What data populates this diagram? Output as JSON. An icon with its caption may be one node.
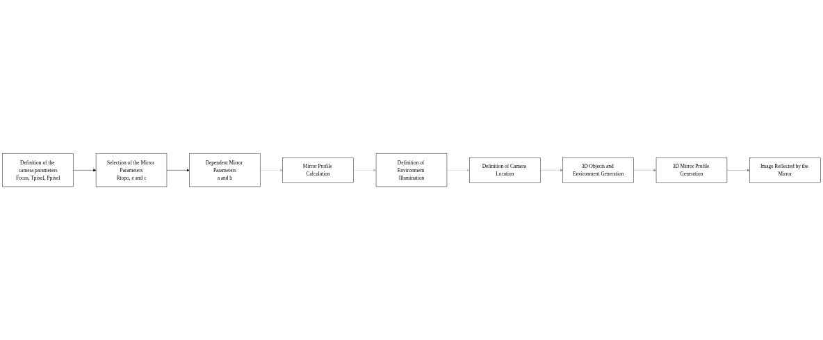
{
  "diagram": {
    "nodes": [
      {
        "text": [
          "Definition of the camera parameters",
          "Focus, Tpixel, Ppixel"
        ]
      },
      {
        "text": [
          "Selection of the Mirror Parameters",
          "Rtopo, e and c"
        ]
      },
      {
        "text": [
          "Dependent Mirror Parameters",
          "a and b"
        ]
      },
      {
        "text": [
          "Mirror Profile Calculation"
        ]
      },
      {
        "text": [
          "Definition of Environment Illumination"
        ]
      },
      {
        "text": [
          "Definition of Camera Location"
        ]
      },
      {
        "text": [
          "3D Objects and Environment Generation"
        ]
      },
      {
        "text": [
          "3D Mirror Profile Generation"
        ]
      },
      {
        "text": [
          "Image Reflected by the Mirror"
        ]
      }
    ],
    "edges": [
      {
        "from": 0,
        "to": 1,
        "arrow": "to",
        "color": "#000000"
      },
      {
        "from": 1,
        "to": 2,
        "arrow": "to",
        "color": "#000000"
      },
      {
        "from": 2,
        "to": 3,
        "arrow": "to",
        "color": "#c0c0c0"
      },
      {
        "from": 3,
        "to": 4,
        "arrow": "to",
        "color": "#c0c0c0"
      },
      {
        "from": 4,
        "to": 5,
        "arrow": "to",
        "color": "#c0c0c0"
      },
      {
        "from": 5,
        "to": 6,
        "arrow": "to",
        "color": "#999999"
      },
      {
        "from": 6,
        "to": 7,
        "arrow": "to",
        "color": "#999999"
      },
      {
        "from": 7,
        "to": 8,
        "arrow": "to",
        "color": "#777777"
      }
    ]
  }
}
